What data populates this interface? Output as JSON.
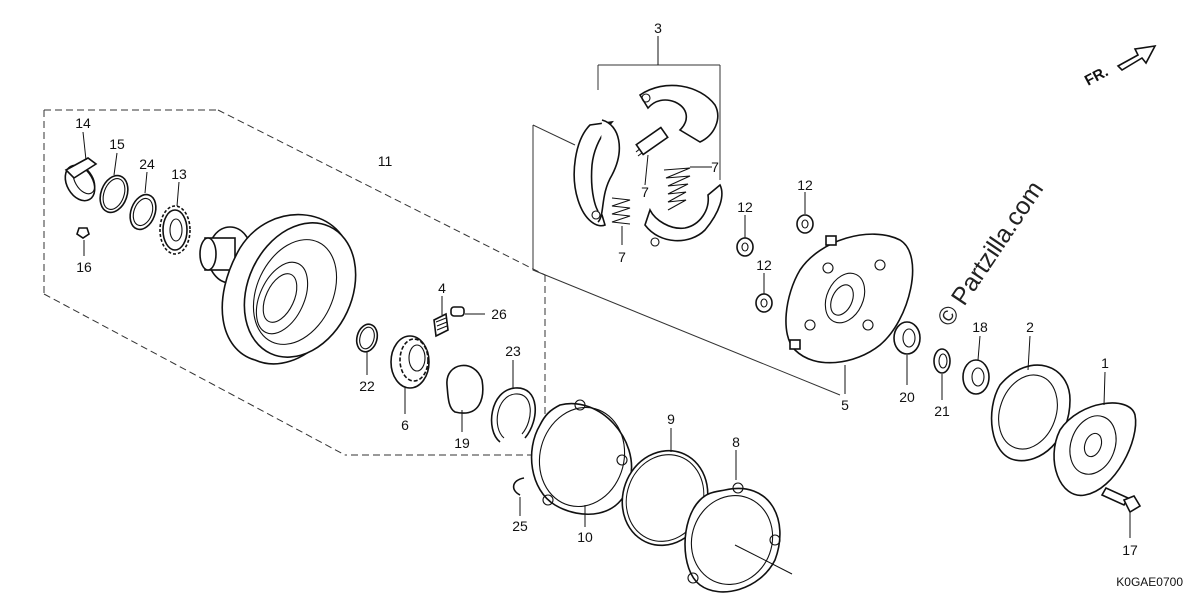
{
  "diagram": {
    "callouts": {
      "c1": "1",
      "c2": "2",
      "c3": "3",
      "c4": "4",
      "c5": "5",
      "c6": "6",
      "c7a": "7",
      "c7b": "7",
      "c7c": "7",
      "c8": "8",
      "c9": "9",
      "c10": "10",
      "c11": "11",
      "c12a": "12",
      "c12b": "12",
      "c12c": "12",
      "c13": "13",
      "c14": "14",
      "c15": "15",
      "c16": "16",
      "c17": "17",
      "c18": "18",
      "c19": "19",
      "c20": "20",
      "c21": "21",
      "c22": "22",
      "c23": "23",
      "c24": "24",
      "c25": "25",
      "c26": "26"
    },
    "direction_label": "FR.",
    "watermark": "© Partzilla.com",
    "diagram_code": "K0GAE0700"
  }
}
